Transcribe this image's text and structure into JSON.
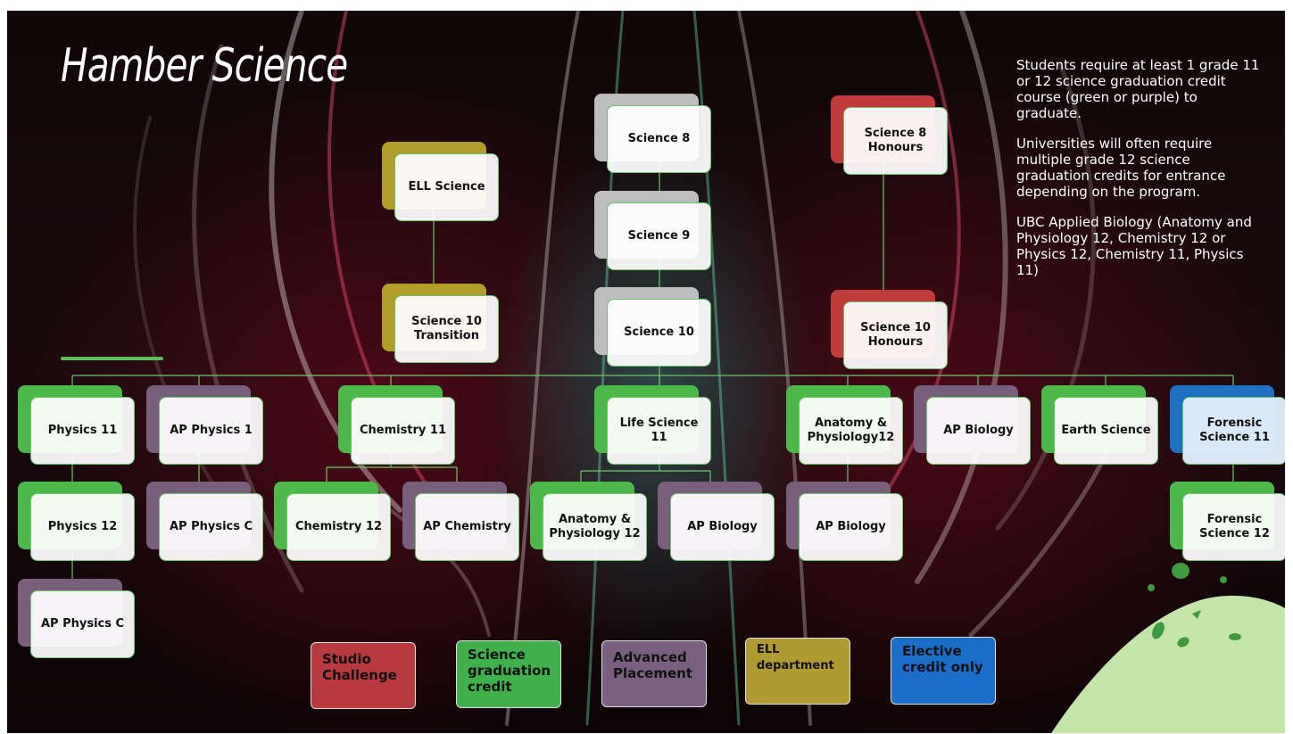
{
  "title": "Hamber Science",
  "notes": [
    "Students require at least 1 grade 11 or 12 science graduation credit course (green or purple) to graduate.",
    "Universities will often require multiple grade 12 science graduation credits for entrance depending on the program.",
    "UBC Applied Biology (Anatomy and Physiology 12, Chemistry 12 or Physics 12, Chemistry 11, Physics 11)"
  ],
  "courses": {
    "science8": "Science 8",
    "science9": "Science 9",
    "science10": "Science 10",
    "science8_honours": "Science 8 Honours",
    "science10_honours": "Science 10 Honours",
    "ell_science": "ELL Science",
    "science10_transition": "Science 10 Transition",
    "physics11": "Physics 11",
    "physics12": "Physics 12",
    "ap_physics_c_left": "AP Physics C",
    "ap_physics1": "AP Physics 1",
    "ap_physics_c": "AP Physics C",
    "chemistry11": "Chemistry 11",
    "chemistry12": "Chemistry 12",
    "ap_chemistry": "AP Chemistry",
    "life_science11": "Life Science 11",
    "anatomy_physiology12_a": "Anatomy & Physiology 12",
    "ap_biology_a": "AP Biology",
    "anatomy_physiology12_b": "Anatomy & Physiology12",
    "ap_biology_b": "AP Biology",
    "ap_biology_c": "AP Biology",
    "earth_science": "Earth Science",
    "forensic_science11": "Forensic Science 11",
    "forensic_science12": "Forensic Science 12"
  },
  "legend": {
    "studio": "Studio Challenge",
    "grad_credit": "Science graduation credit",
    "ap": "Advanced Placement",
    "ell": "ELL department",
    "elective": "Elective credit only"
  },
  "colors": {
    "studio_challenge": "#c13b3b",
    "science_graduation_credit": "#4db84a",
    "advanced_placement": "#7a5f7d",
    "ell_department": "#b19e2a",
    "elective_credit_only": "#1f6fc2",
    "core": "#bdbdbd"
  }
}
